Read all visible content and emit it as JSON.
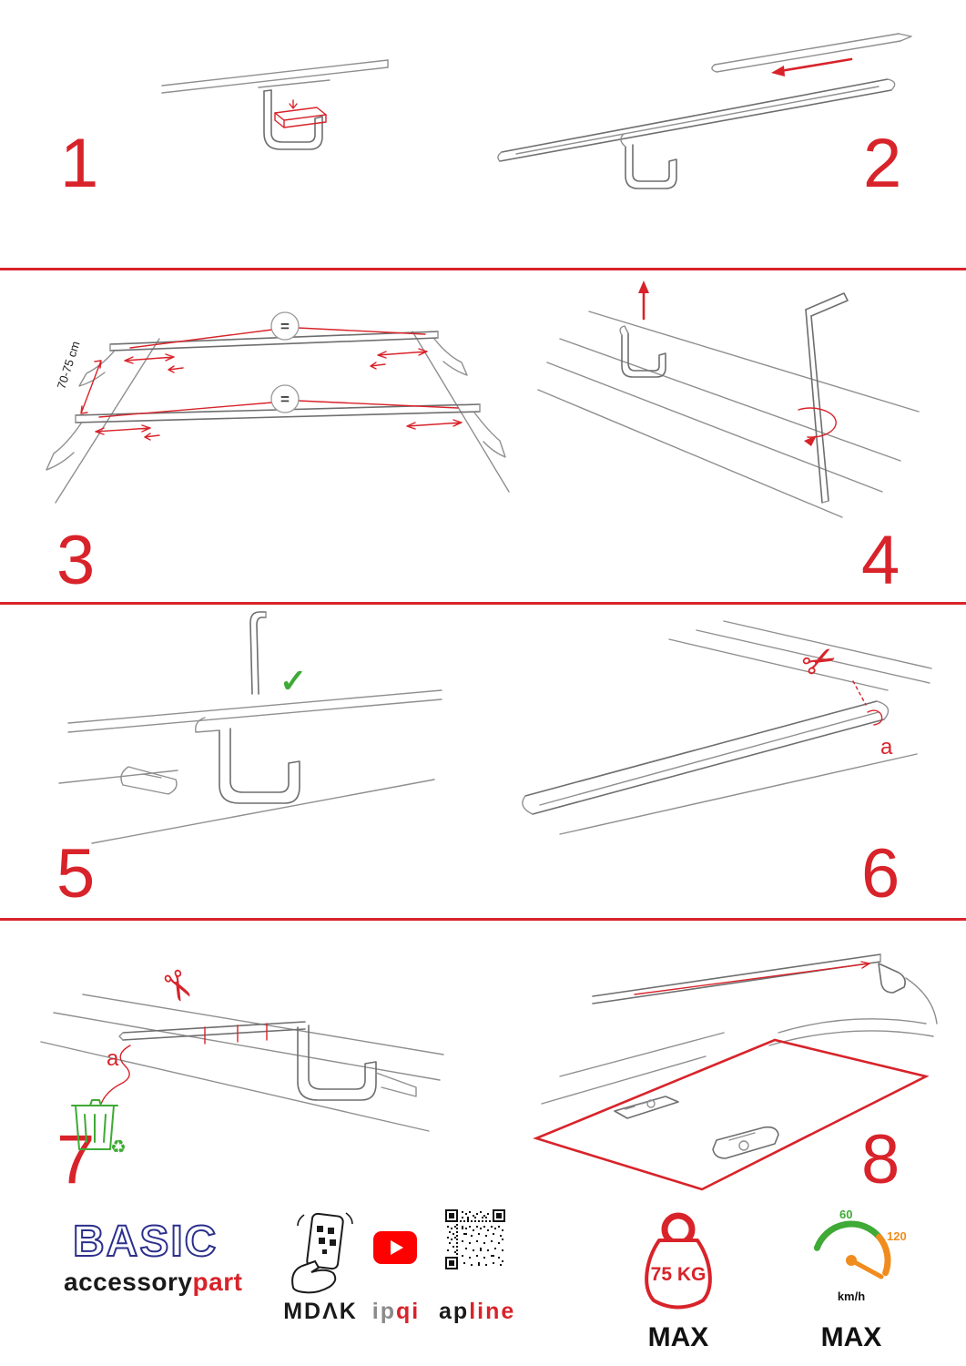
{
  "colors": {
    "accent_red": "#d8232a",
    "brand_blue": "#2b2f8c",
    "green": "#3faa35",
    "orange": "#f08c1e"
  },
  "steps": [
    {
      "number": "1"
    },
    {
      "number": "2"
    },
    {
      "number": "3"
    },
    {
      "number": "4"
    },
    {
      "number": "5"
    },
    {
      "number": "6"
    },
    {
      "number": "7"
    },
    {
      "number": "8"
    }
  ],
  "annotations": {
    "equals": "=",
    "distance_label": "70-75 cm",
    "part_label_a": "a",
    "checkmark": "✓",
    "scissors": "✂",
    "recycle": "♻"
  },
  "footer": {
    "brand": "BASIC",
    "brand_word_black": "accessory",
    "brand_word_red": "part",
    "partner_mdak": "MDΛK",
    "partner_ipqi_gray": "ip",
    "partner_ipqi_red": "qi",
    "partner_apline_black": "ap",
    "partner_apline_red": "line",
    "weight_limit": "75 KG",
    "weight_max_label": "MAX",
    "speed_tick_low": "60",
    "speed_tick_high": "120",
    "speed_unit": "km/h",
    "speed_max_label": "MAX"
  }
}
